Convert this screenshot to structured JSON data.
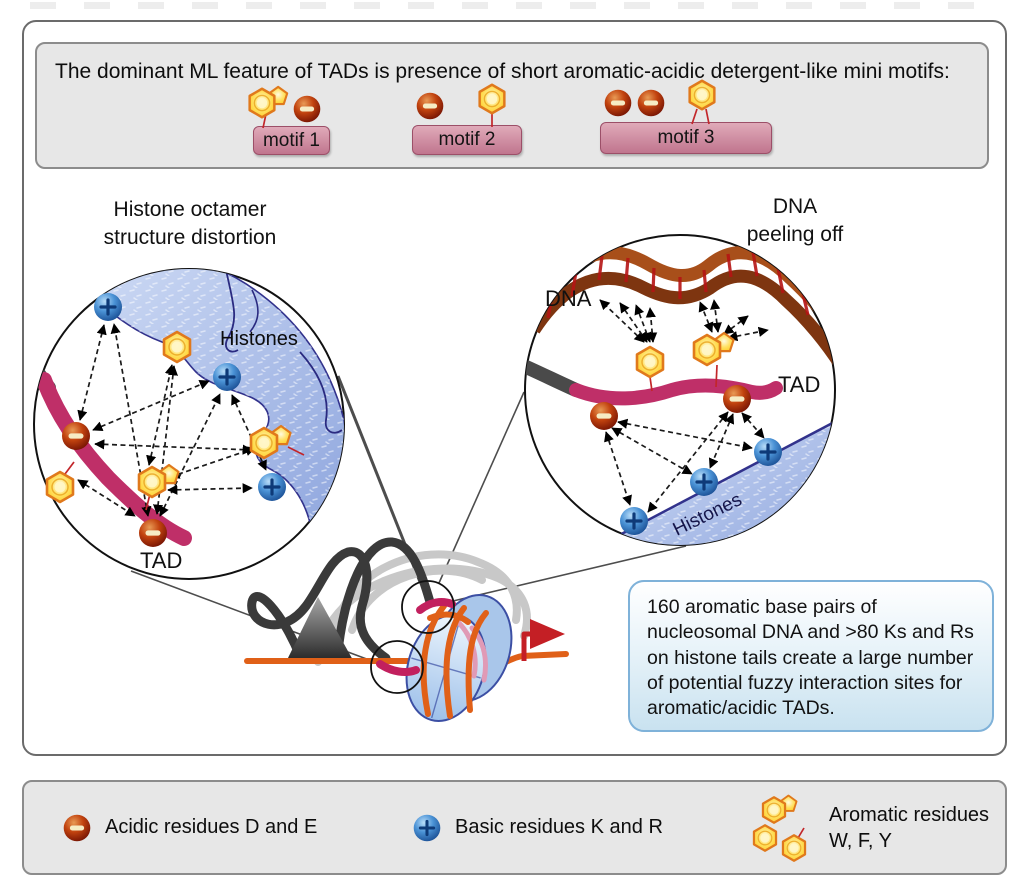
{
  "banner": {
    "title": "The dominant ML feature of TADs is presence of short aromatic-acidic detergent-like mini motifs:",
    "motifs": [
      {
        "label": "motif 1"
      },
      {
        "label": "motif 2"
      },
      {
        "label": "motif 3"
      }
    ]
  },
  "left_inset": {
    "title_line1": "Histone octamer",
    "title_line2": "structure distortion",
    "histones_label": "Histones",
    "tad_label": "TAD"
  },
  "right_inset": {
    "title_line1": "DNA",
    "title_line2": "peeling off",
    "dna_label": "DNA",
    "tad_label": "TAD",
    "histones_label": "Histones"
  },
  "info_box": {
    "text": "160 aromatic base pairs of nucleosomal DNA and >80 Ks and Rs on histone tails create a large number of potential fuzzy interaction sites for aromatic/acidic TADs."
  },
  "legend": {
    "acidic_label": "Acidic residues D and E",
    "basic_label": "Basic residues K and R",
    "aromatic_label_line1": "Aromatic residues",
    "aromatic_label_line2": "W, F, Y"
  },
  "colors": {
    "acidic_red": "#9b1d07",
    "basic_blue": "#2f6fbe",
    "aromatic_yellow": "#ffd22e",
    "aromatic_outline": "#e0791c",
    "tad_magenta": "#bf2f68",
    "dna_orange": "#e06018",
    "histone_blue": "#aabfe8",
    "transcription_arrow_red": "#c41f25"
  }
}
